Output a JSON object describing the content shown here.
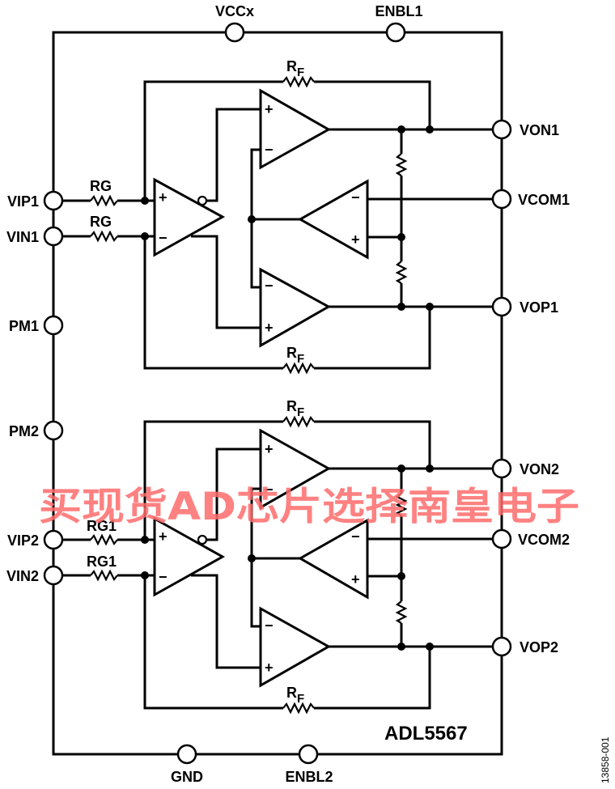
{
  "diagram": {
    "part_number": "ADL5567",
    "figure_id": "13858-001",
    "top_pins": [
      "VCCx",
      "ENBL1"
    ],
    "bottom_pins": [
      "GND",
      "ENBL2"
    ],
    "left_pins": [
      "VIP1",
      "VIN1",
      "PM1",
      "PM2",
      "VIP2",
      "VIN2"
    ],
    "right_pins": [
      "VON1",
      "VCOM1",
      "VOP1",
      "VON2",
      "VCOM2",
      "VOP2"
    ],
    "channel1": {
      "gain_resistors": [
        "RG",
        "RG"
      ],
      "feedback_resistor_label": "R",
      "feedback_resistor_subscript": "F"
    },
    "channel2": {
      "gain_resistors": [
        "RG1",
        "RG1"
      ],
      "feedback_resistor_label": "R",
      "feedback_resistor_subscript": "F"
    },
    "signs": {
      "plus": "+",
      "minus": "−"
    },
    "watermark": "买现货AD芯片选择南皇电子",
    "colors": {
      "line": "#000000",
      "watermark": "#ff6b6b",
      "background": "#ffffff"
    }
  }
}
